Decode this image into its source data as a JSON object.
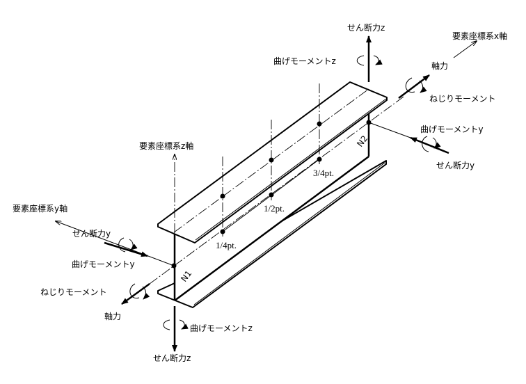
{
  "labels": {
    "shear_z_top": "せん断力z",
    "shear_z_bottom": "せん断力z",
    "element_x_axis": "要素座標系x軸",
    "moment_z_top": "曲げモーメントz",
    "moment_z_bottom": "曲げモーメントz",
    "axial_right": "軸力",
    "axial_left": "軸力",
    "torsion_right": "ねじりモーメント",
    "torsion_left": "ねじりモーメント",
    "moment_y_right": "曲げモーメントy",
    "moment_y_left": "曲げモーメントy",
    "shear_y_right": "せん断力y",
    "shear_y_left": "せん断力y",
    "element_z_axis": "要素座標系z軸",
    "element_y_axis": "要素座標系y軸",
    "node1": "N1",
    "node2": "N2",
    "quarter_pt": "1/4pt.",
    "half_pt": "1/2pt.",
    "three_quarter_pt": "3/4pt."
  }
}
